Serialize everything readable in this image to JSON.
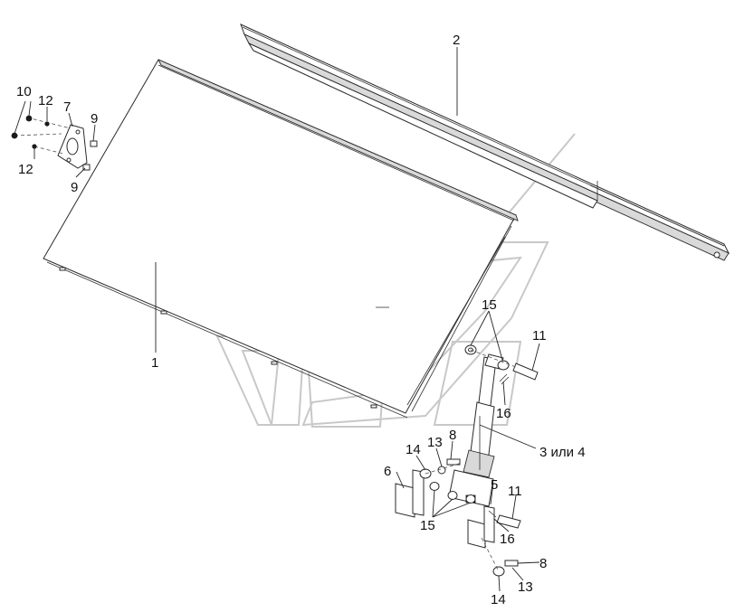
{
  "labels": {
    "l1": "1",
    "l2": "2",
    "l3": "3 или 4",
    "l5": "5",
    "l6": "6",
    "l7": "7",
    "l8a": "8",
    "l8b": "8",
    "l9a": "9",
    "l9b": "9",
    "l10": "10",
    "l11a": "11",
    "l11b": "11",
    "l12a": "12",
    "l12b": "12",
    "l13a": "13",
    "l13b": "13",
    "l14a": "14",
    "l14b": "14",
    "l15a": "15",
    "l15b": "15",
    "l16a": "16",
    "l16b": "16"
  },
  "colors": {
    "line": "#222222",
    "watermark": "#c8c8c8",
    "background": "#ffffff"
  }
}
